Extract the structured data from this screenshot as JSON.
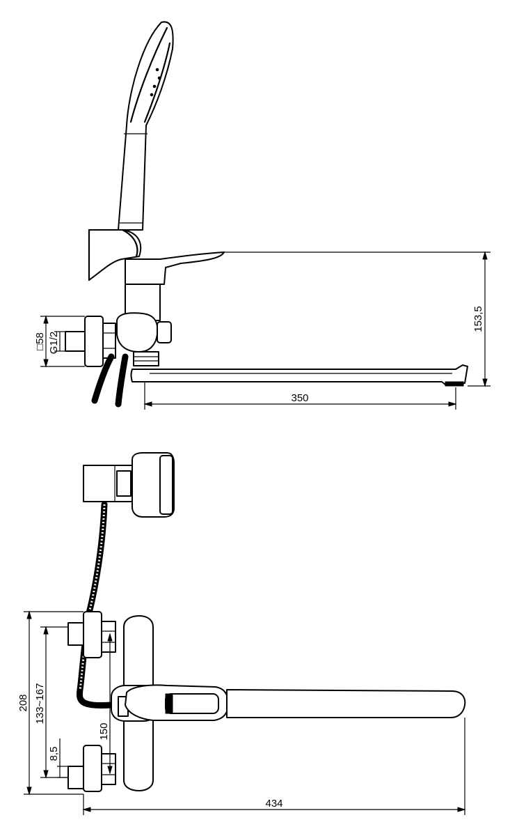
{
  "dimensions": {
    "top_view": {
      "height_label": "153,5",
      "spout_length_label": "350",
      "flange_label": "□58",
      "thread_label": "G1/2"
    },
    "front_view": {
      "total_length_label": "434",
      "height_label": "208",
      "connection_range_label": "133~167",
      "center_spacing_label": "150",
      "offset_label": "8,5"
    }
  }
}
